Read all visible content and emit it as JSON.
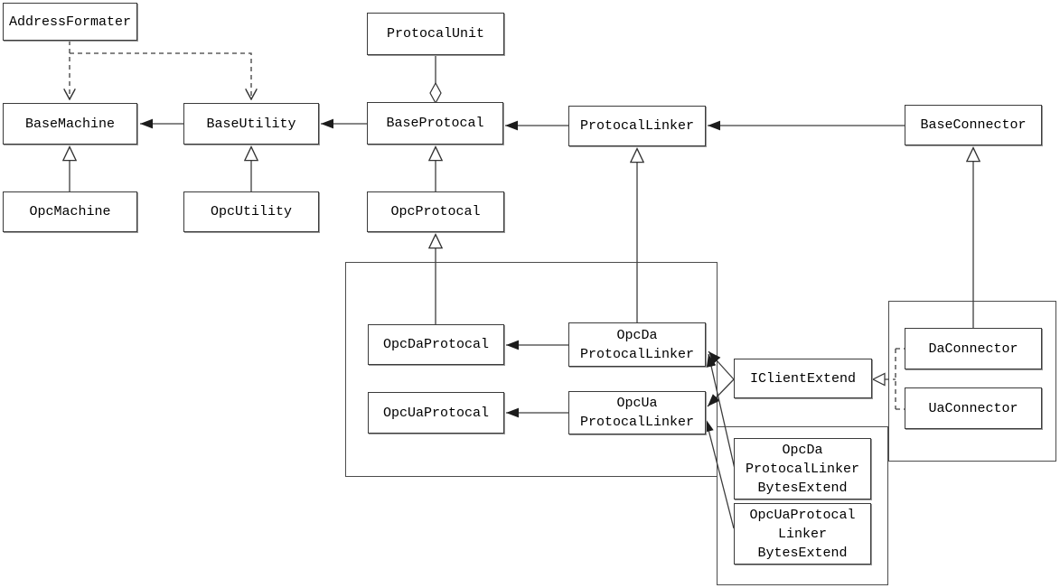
{
  "diagram": {
    "type": "uml-class-diagram",
    "nodes": {
      "addressFormater": {
        "label": "AddressFormater"
      },
      "baseMachine": {
        "label": "BaseMachine"
      },
      "opcMachine": {
        "label": "OpcMachine"
      },
      "baseUtility": {
        "label": "BaseUtility"
      },
      "opcUtility": {
        "label": "OpcUtility"
      },
      "protocalUnit": {
        "label": "ProtocalUnit"
      },
      "baseProtocal": {
        "label": "BaseProtocal"
      },
      "opcProtocal": {
        "label": "OpcProtocal"
      },
      "protocalLinker": {
        "label": "ProtocalLinker"
      },
      "baseConnector": {
        "label": "BaseConnector"
      },
      "opcDaProtocal": {
        "label": "OpcDaProtocal"
      },
      "opcDaProtocalLinker": {
        "label": "OpcDa\nProtocalLinker"
      },
      "opcUaProtocal": {
        "label": "OpcUaProtocal"
      },
      "opcUaProtocalLinker": {
        "label": "OpcUa\nProtocalLinker"
      },
      "iClientExtend": {
        "label": "IClientExtend"
      },
      "daConnector": {
        "label": "DaConnector"
      },
      "uaConnector": {
        "label": "UaConnector"
      },
      "opcDaProtocalLinkerBytesExtend": {
        "label": "OpcDa\nProtocalLinker\nBytesExtend"
      },
      "opcUaProtocalLinkerBytesExtend": {
        "label": "OpcUaProtocal\nLinker\nBytesExtend"
      }
    },
    "edges": [
      {
        "from": "AddressFormater",
        "to": "BaseMachine",
        "type": "dashed-dependency"
      },
      {
        "from": "AddressFormater",
        "to": "BaseUtility",
        "type": "dashed-dependency"
      },
      {
        "from": "BaseUtility",
        "to": "BaseMachine",
        "type": "association-filled-arrow"
      },
      {
        "from": "BaseProtocal",
        "to": "BaseUtility",
        "type": "association-filled-arrow"
      },
      {
        "from": "ProtocalLinker",
        "to": "BaseProtocal",
        "type": "association-filled-arrow"
      },
      {
        "from": "BaseConnector",
        "to": "ProtocalLinker",
        "type": "association-filled-arrow"
      },
      {
        "from": "OpcMachine",
        "to": "BaseMachine",
        "type": "inheritance"
      },
      {
        "from": "OpcUtility",
        "to": "BaseUtility",
        "type": "inheritance"
      },
      {
        "from": "ProtocalUnit",
        "to": "BaseProtocal",
        "type": "aggregation-open-diamond"
      },
      {
        "from": "OpcProtocal",
        "to": "BaseProtocal",
        "type": "inheritance"
      },
      {
        "from": "OpcDaProtocal",
        "to": "OpcProtocal",
        "type": "inheritance"
      },
      {
        "from": "OpcDaProtocalLinker",
        "to": "ProtocalLinker",
        "type": "inheritance"
      },
      {
        "from": "DaConnector",
        "to": "BaseConnector",
        "type": "inheritance"
      },
      {
        "from": "OpcDaProtocalLinker",
        "to": "OpcDaProtocal",
        "type": "association-filled-arrow"
      },
      {
        "from": "OpcUaProtocalLinker",
        "to": "OpcUaProtocal",
        "type": "association-filled-arrow"
      },
      {
        "from": "IClientExtend",
        "to": "OpcDaProtocalLinker",
        "type": "association-filled-arrow"
      },
      {
        "from": "IClientExtend",
        "to": "OpcUaProtocalLinker",
        "type": "association-filled-arrow"
      },
      {
        "from": "OpcDaProtocalLinkerBytesExtend",
        "to": "OpcDaProtocalLinker",
        "type": "association-filled-arrow"
      },
      {
        "from": "OpcUaProtocalLinkerBytesExtend",
        "to": "OpcUaProtocalLinker",
        "type": "association-filled-arrow"
      },
      {
        "from": "DaConnector",
        "to": "IClientExtend",
        "type": "realization-dashed-hollow"
      },
      {
        "from": "UaConnector",
        "to": "IClientExtend",
        "type": "realization-dashed-hollow"
      }
    ],
    "colors": {
      "background": "#ffffff",
      "line": "#3d3d3d",
      "box_border": "#3b3b3b",
      "arrow_fill": "#1c1c1c",
      "text": "#000000"
    }
  }
}
